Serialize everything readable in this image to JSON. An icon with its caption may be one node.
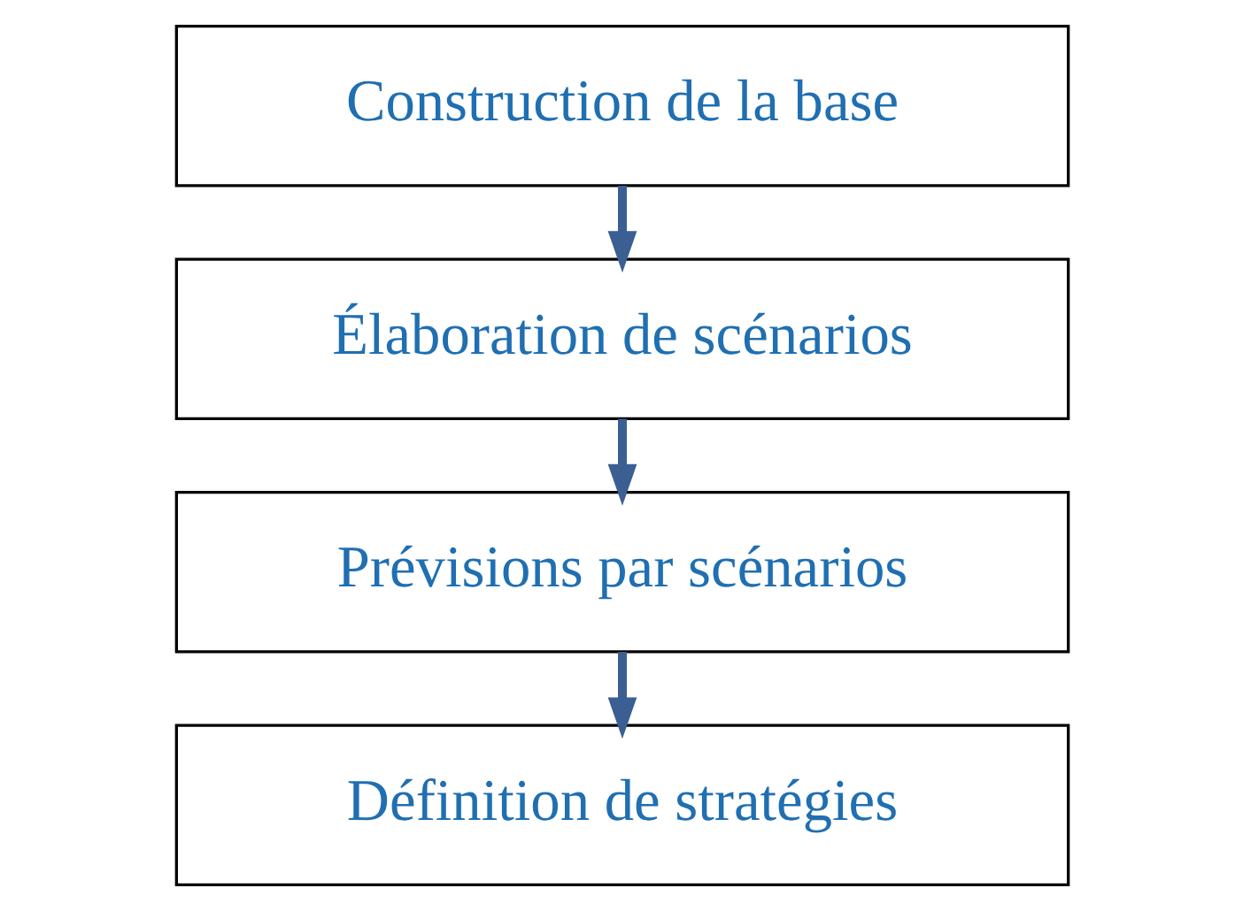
{
  "diagram": {
    "nodes": [
      {
        "text": [
          "Construction de la base"
        ]
      },
      {
        "text": [
          "Élaboration de scénarios"
        ]
      },
      {
        "text": [
          "Prévisions par scénarios"
        ]
      },
      {
        "text": [
          "Définition de stratégies"
        ]
      }
    ],
    "edges": [
      {
        "from": 0,
        "to": 1,
        "arrow": "to"
      },
      {
        "from": 1,
        "to": 2,
        "arrow": "to"
      },
      {
        "from": 2,
        "to": 3,
        "arrow": "to"
      }
    ]
  }
}
